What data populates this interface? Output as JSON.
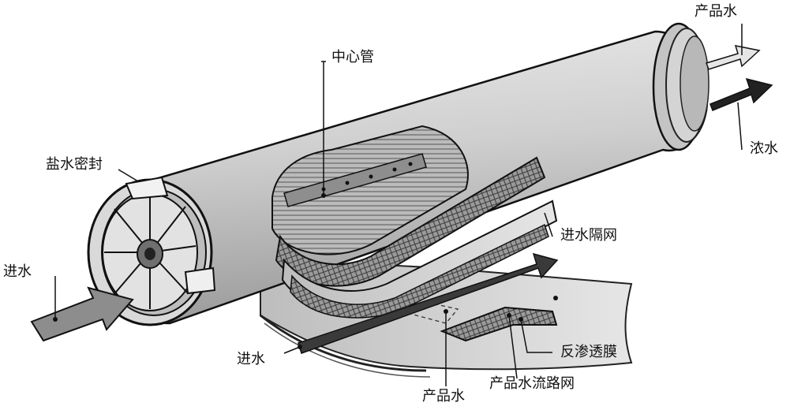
{
  "labels": {
    "product_water_top": "产品水",
    "center_tube": "中心管",
    "concentrate": "浓水",
    "brine_seal": "盐水密封",
    "feed_spacer": "进水隔网",
    "feed_water_left": "进水",
    "membrane": "反渗透膜",
    "feed_water_bottom": "进水",
    "product_water_bottom": "产品水",
    "permeate_carrier": "产品水流路网"
  }
}
